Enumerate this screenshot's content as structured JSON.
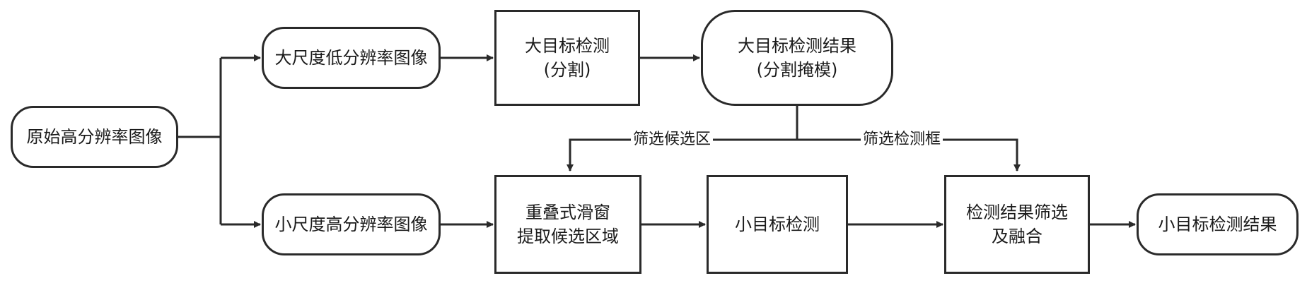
{
  "nodes": {
    "source": "原始高分辨率图像",
    "large_low": "大尺度低分辨率图像",
    "small_high": "小尺度高分辨率图像",
    "large_detect": {
      "line1": "大目标检测",
      "line2": "(分割)"
    },
    "large_result": {
      "line1": "大目标检测结果",
      "line2": "(分割掩模)"
    },
    "sliding_window": {
      "line1": "重叠式滑窗",
      "line2": "提取候选区域"
    },
    "small_detect": "小目标检测",
    "filter_fuse": {
      "line1": "检测结果筛选",
      "line2": "及融合"
    },
    "small_result": "小目标检测结果"
  },
  "edge_labels": {
    "filter_candidates": "筛选候选区",
    "filter_boxes": "筛选检测框"
  }
}
